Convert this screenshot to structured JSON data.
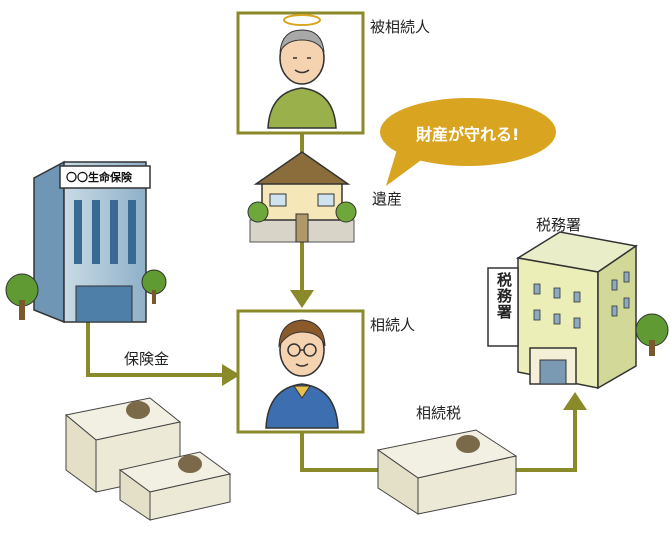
{
  "labels": {
    "deceased": "被相続人",
    "heir": "相続人",
    "estate": "遺産",
    "tax_office": "税務署",
    "insurance_money": "保険金",
    "inheritance_tax": "相続税"
  },
  "bubble": {
    "text": "財産が守れる!"
  },
  "signs": {
    "insurance_company": "〇〇生命保険",
    "tax_office_sign": "税務署"
  },
  "colors": {
    "arrow": "#8a8a2a",
    "box_border": "#8a8a2a",
    "bubble": "#d9a520",
    "person_shirt_heir": "#3d6fb0",
    "person_shirt_deceased": "#9ab04a"
  }
}
